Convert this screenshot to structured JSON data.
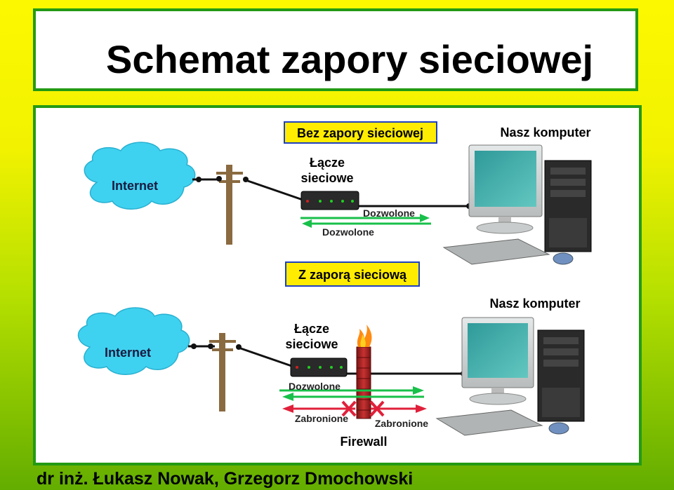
{
  "slide": {
    "title": "Schemat zapory sieciowej",
    "author": "dr inż. Łukasz Nowak, Grzegorz Dmochowski"
  },
  "diagram": {
    "top": {
      "heading": "Bez zapory sieciowej",
      "cloud_label": "Internet",
      "link_label_line1": "Łącze",
      "link_label_line2": "sieciowe",
      "computer_label": "Nasz komputer",
      "arrow_right_label": "Dozwolone",
      "arrow_left_label": "Dozwolone"
    },
    "bottom": {
      "heading": "Z zaporą sieciową",
      "cloud_label": "Internet",
      "link_label_line1": "Łącze",
      "link_label_line2": "sieciowe",
      "computer_label": "Nasz komputer",
      "allowed_label": "Dozwolone",
      "blocked_left_label": "Zabronione",
      "blocked_right_label": "Zabronione",
      "firewall_label": "Firewall"
    }
  },
  "colors": {
    "frame_green": "#239a14",
    "cloud": "#3fd2f0",
    "arrow_green": "#18c04a",
    "arrow_red": "#e0203a",
    "heading_box": "#ffec00",
    "heading_border": "#2040c0"
  }
}
